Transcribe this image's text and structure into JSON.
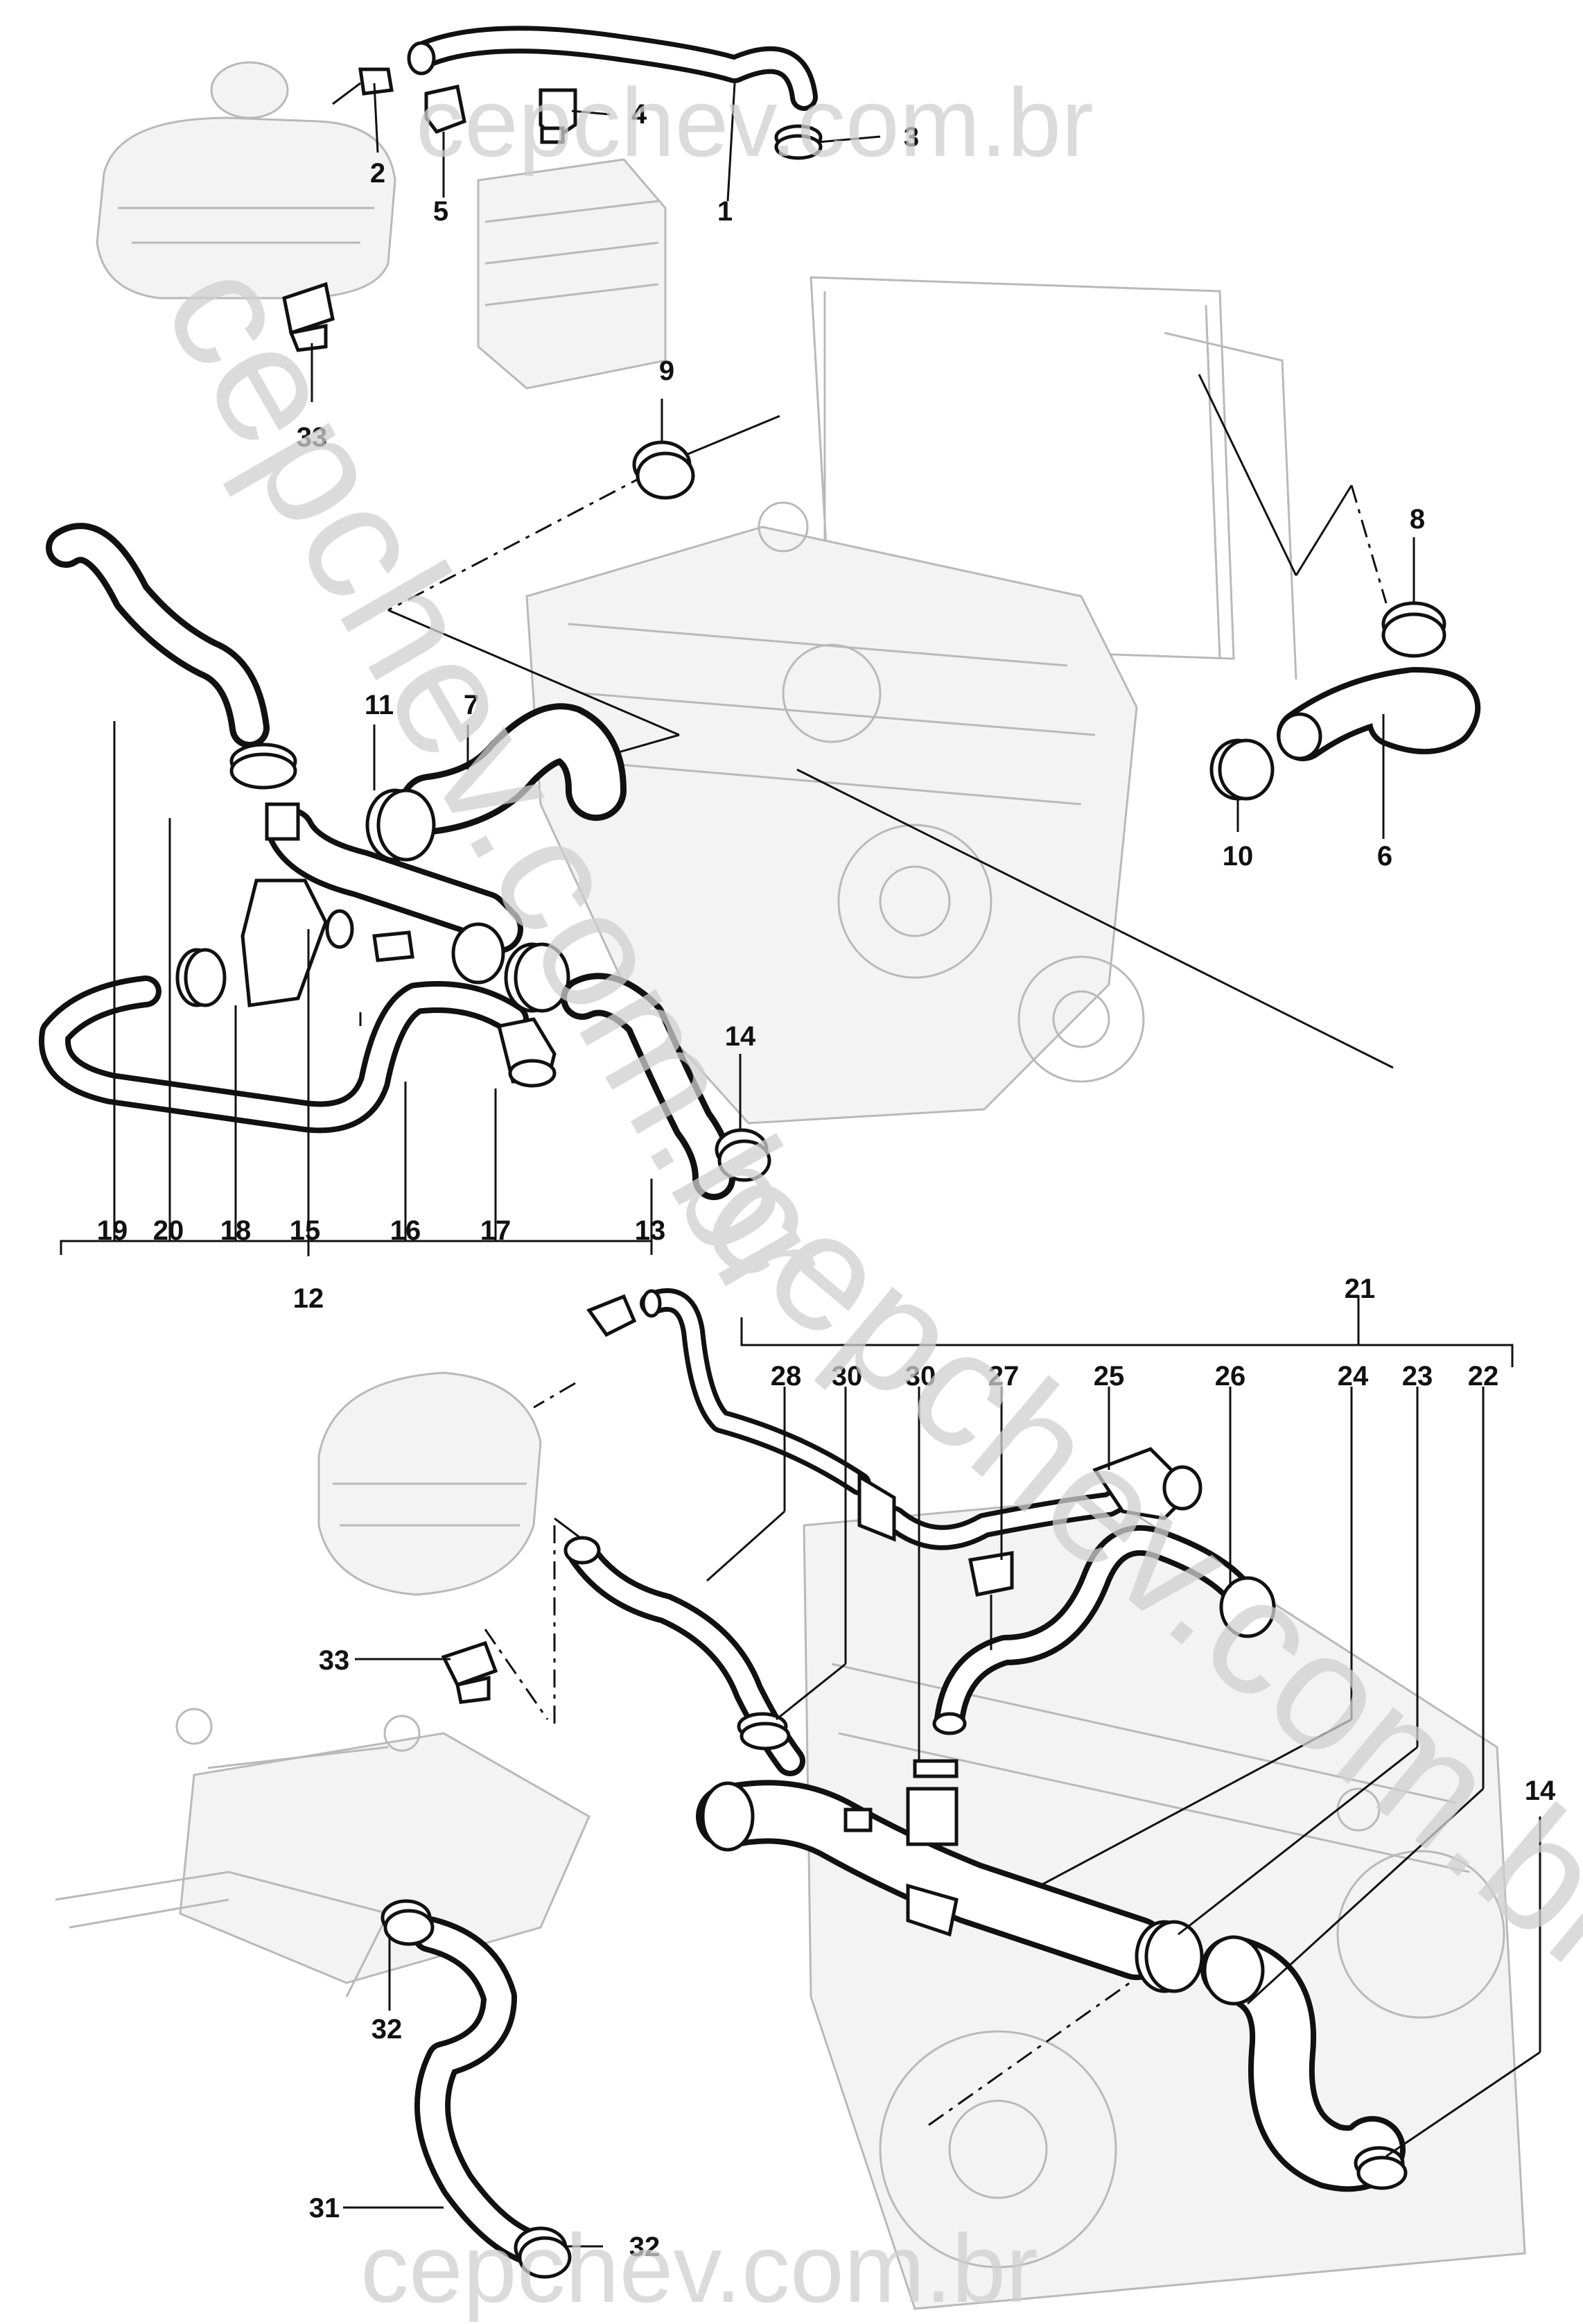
{
  "watermarks": {
    "top": "cepchev.com.br",
    "diagonal_upper": "cepchev.com.br",
    "diagonal_lower": "cepchev.com.br",
    "bottom": "cepchev.com.br"
  },
  "callouts": {
    "c1": "1",
    "c2": "2",
    "c3": "3",
    "c4": "4",
    "c5": "5",
    "c6": "6",
    "c7": "7",
    "c8": "8",
    "c9": "9",
    "c10": "10",
    "c11": "11",
    "c12": "12",
    "c13": "13",
    "c14a": "14",
    "c14b": "14",
    "c15": "15",
    "c16": "16",
    "c17": "17",
    "c18": "18",
    "c19": "19",
    "c20": "20",
    "c21": "21",
    "c22": "22",
    "c23": "23",
    "c24": "24",
    "c25": "25",
    "c26": "26",
    "c27": "27",
    "c28": "28",
    "c30a": "30",
    "c30b": "30",
    "c31": "31",
    "c32a": "32",
    "c32b": "32",
    "c33a": "33",
    "c33b": "33"
  }
}
